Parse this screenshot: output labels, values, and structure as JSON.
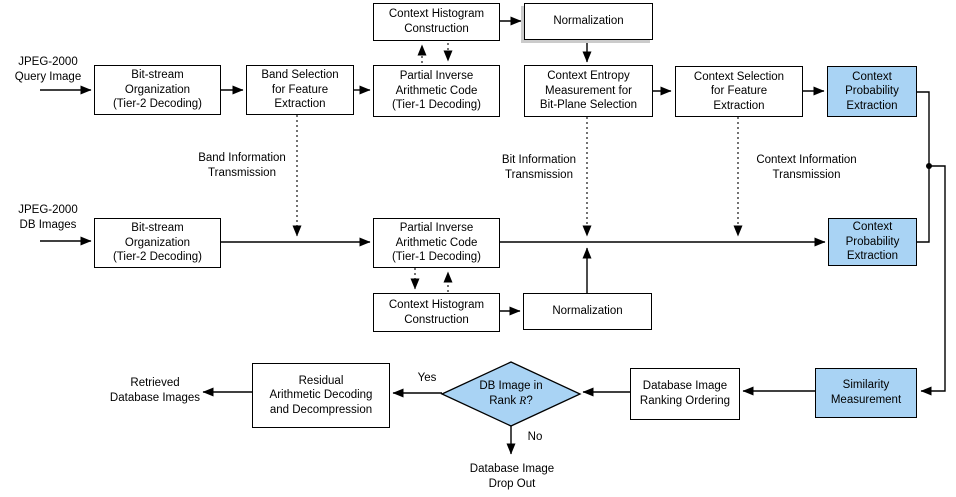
{
  "colors": {
    "highlight_fill": "#A9D3F4",
    "line": "#000000",
    "box_fill": "#FFFFFF",
    "shadow": "#CBCBCB"
  },
  "query_pipeline": {
    "input_label": "JPEG-2000\nQuery Image",
    "bitstream": "Bit-stream\nOrganization\n(Tier-2 Decoding)",
    "band_selection": "Band Selection\nfor Feature\nExtraction",
    "partial_inverse": "Partial Inverse\nArithmetic Code\n(Tier-1 Decoding)",
    "context_histogram": "Context Histogram\nConstruction",
    "normalization": "Normalization",
    "context_entropy": "Context Entropy\nMeasurement for\nBit-Plane Selection",
    "context_selection": "Context Selection\nfor Feature\nExtraction",
    "context_probability": "Context\nProbability\nExtraction"
  },
  "db_pipeline": {
    "input_label": "JPEG-2000\nDB Images",
    "bitstream": "Bit-stream\nOrganization\n(Tier-2 Decoding)",
    "partial_inverse": "Partial Inverse\nArithmetic Code\n(Tier-1 Decoding)",
    "context_histogram": "Context Histogram\nConstruction",
    "normalization": "Normalization",
    "context_probability": "Context\nProbability\nExtraction"
  },
  "transmission_labels": {
    "band": "Band Information\nTransmission",
    "bit": "Bit Information\nTransmission",
    "context": "Context Information\nTransmission"
  },
  "retrieval": {
    "similarity": "Similarity\nMeasurement",
    "ranking": "Database Image\nRanking Ordering",
    "decision": {
      "prefix": "DB Image in\nRank ",
      "r": "R",
      "suffix": "?"
    },
    "residual": "Residual\nArithmetic Decoding\nand Decompression",
    "retrieved_label": "Retrieved\nDatabase Images",
    "dropout_label": "Database Image\nDrop Out",
    "yes_label": "Yes",
    "no_label": "No"
  }
}
